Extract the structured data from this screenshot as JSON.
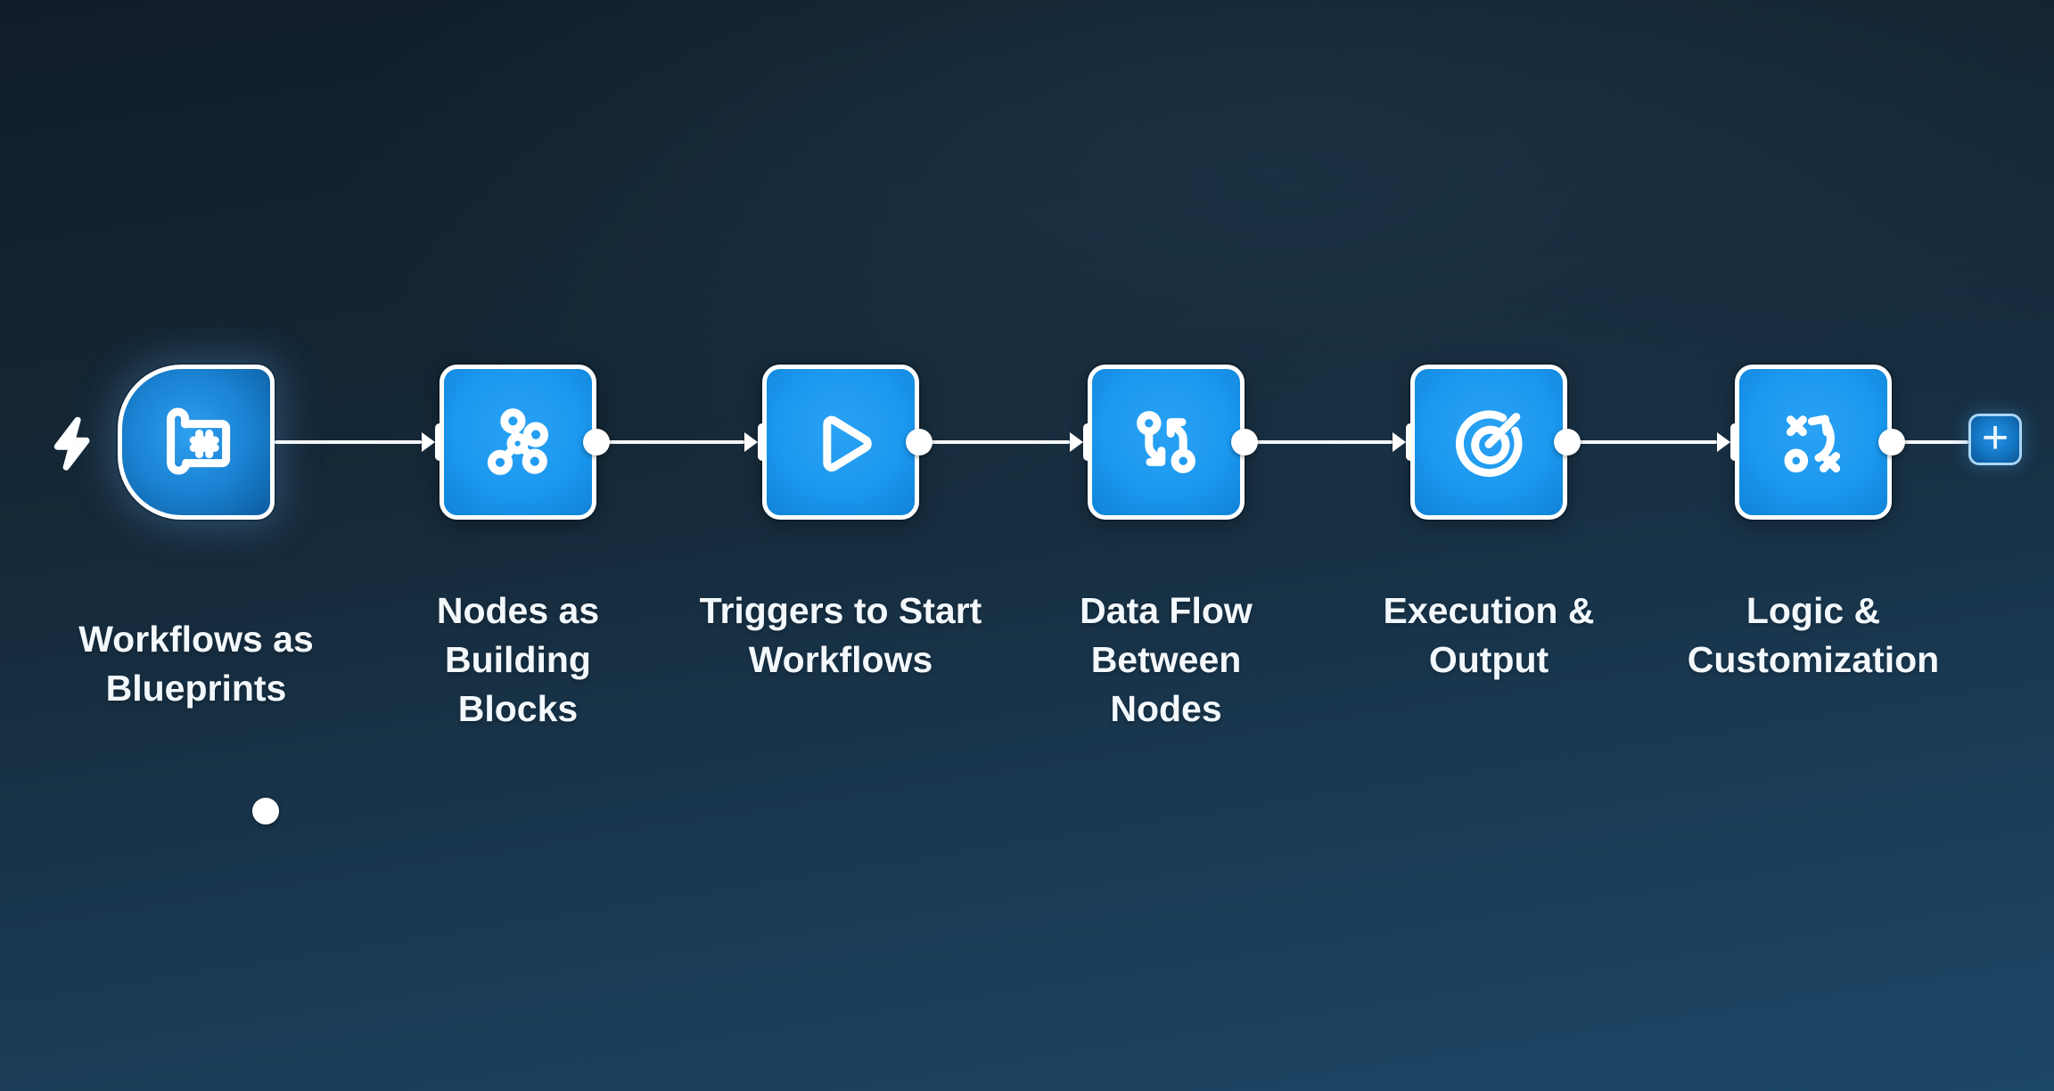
{
  "diagram": {
    "type": "workflow-canvas",
    "nodes": [
      {
        "id": "workflows-as-blueprints",
        "icon": "blueprint-icon",
        "shape": "trigger-rounded-left",
        "label": "Workflows as Blueprints",
        "label_lines": [
          "Workflows as",
          "Blueprints"
        ]
      },
      {
        "id": "nodes-as-building-blocks",
        "icon": "network-nodes-icon",
        "shape": "square",
        "label": "Nodes as Building Blocks",
        "label_lines": [
          "Nodes as",
          "Building",
          "Blocks"
        ]
      },
      {
        "id": "triggers-to-start-workflows",
        "icon": "play-icon",
        "shape": "square",
        "label": "Triggers to Start Workflows",
        "label_lines": [
          "Triggers to Start",
          "Workflows"
        ]
      },
      {
        "id": "data-flow-between-nodes",
        "icon": "data-flow-icon",
        "shape": "square",
        "label": "Data Flow Between Nodes",
        "label_lines": [
          "Data Flow",
          "Between",
          "Nodes"
        ]
      },
      {
        "id": "execution-and-output",
        "icon": "target-icon",
        "shape": "square",
        "label": "Execution & Output",
        "label_lines": [
          "Execution &",
          "Output"
        ]
      },
      {
        "id": "logic-and-customization",
        "icon": "strategy-icon",
        "shape": "square",
        "label": "Logic & Customization",
        "label_lines": [
          "Logic &",
          "Customization"
        ]
      }
    ],
    "decorations": [
      {
        "icon": "lightning-bolt-icon",
        "position": "left-of-first-node"
      }
    ],
    "add_button": {
      "label": "+"
    },
    "colors": {
      "background_top": "#111e29",
      "background_bottom": "#1d4767",
      "node_fill": "#1b98ef",
      "node_fill_dark_edge": "#0c5b9d",
      "node_border": "#ffffff",
      "connector": "#f4f8fb",
      "label_text": "#f3f8fc",
      "add_button_border": "#a9d6f6"
    }
  }
}
